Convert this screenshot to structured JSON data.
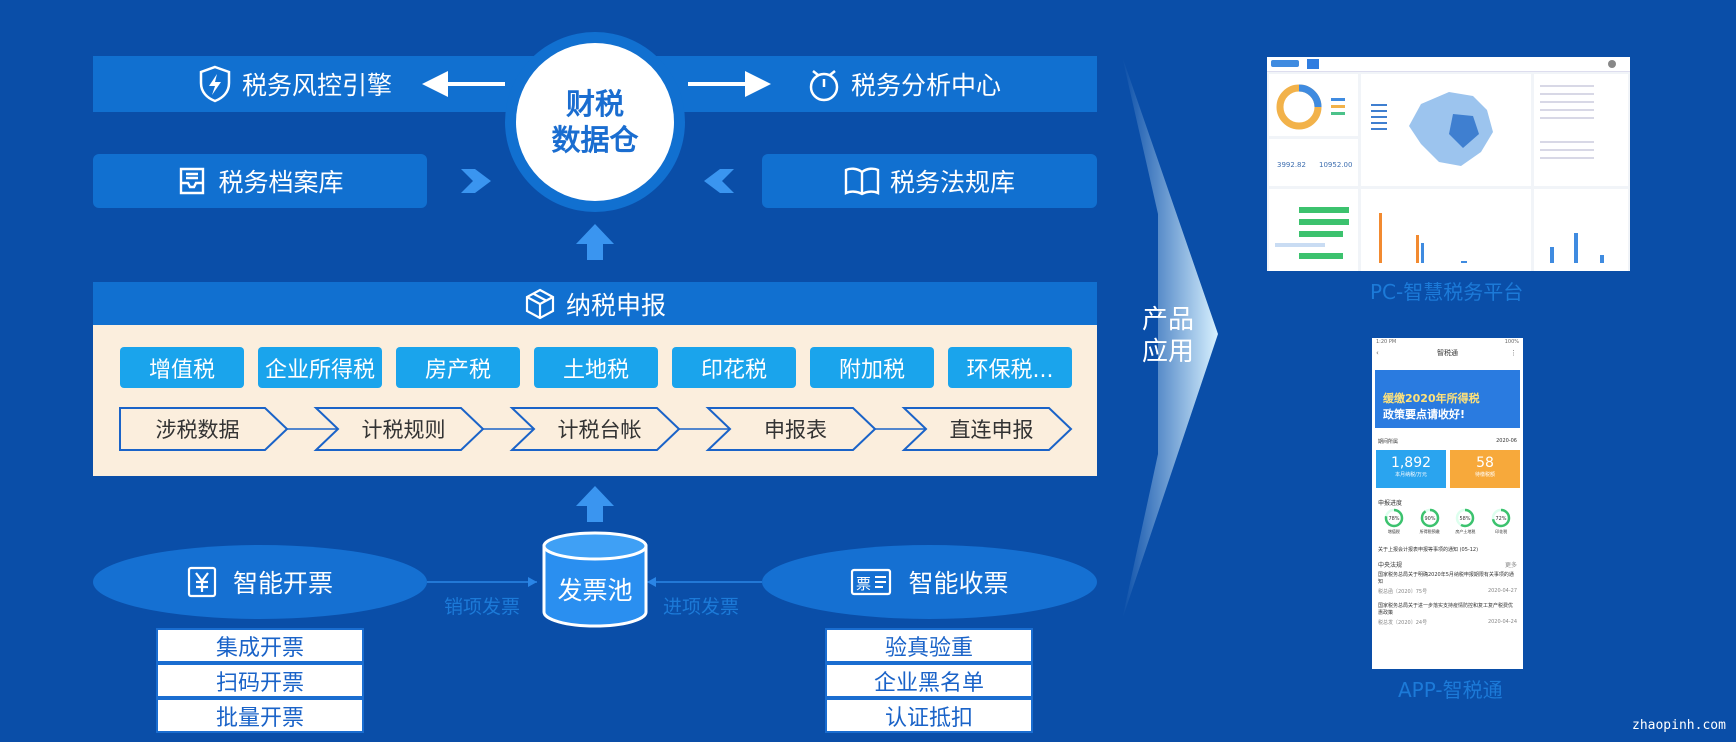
{
  "center": {
    "line1": "财税",
    "line2": "数据仓"
  },
  "top_left": {
    "label": "税务风控引擎",
    "icon": "shield-lightning-icon"
  },
  "top_right": {
    "label": "税务分析中心",
    "icon": "timer-icon"
  },
  "mid_left": {
    "label": "税务档案库",
    "icon": "archive-tray-icon"
  },
  "mid_right": {
    "label": "税务法规库",
    "icon": "open-book-icon"
  },
  "filing": {
    "title": "纳税申报",
    "icon": "cube-icon",
    "taxes": [
      "增值税",
      "企业所得税",
      "房产税",
      "土地税",
      "印花税",
      "附加税",
      "环保税..."
    ],
    "steps": [
      "涉税数据",
      "计税规则",
      "计税台帐",
      "申报表",
      "直连申报"
    ]
  },
  "invoice_pool": {
    "label": "发票池"
  },
  "issue": {
    "label": "智能开票",
    "icon": "yen-icon",
    "flow": "销项发票",
    "items": [
      "集成开票",
      "扫码开票",
      "批量开票"
    ]
  },
  "receive": {
    "label": "智能收票",
    "icon": "ticket-icon",
    "flow": "进项发票",
    "items": [
      "验真验重",
      "企业黑名单",
      "认证抵扣"
    ]
  },
  "product": {
    "line1": "产品",
    "line2": "应用"
  },
  "pc": {
    "caption": "PC-智慧税务平台",
    "num1": "3992.82",
    "num2": "10952.00"
  },
  "app": {
    "caption": "APP-智税通",
    "status_time": "1:20 PM",
    "status_batt": "100%",
    "nav_title": "智税通",
    "banner_line1": "缓缴2020年所得税",
    "banner_line2": "政策要点请收好!",
    "period_label": "期间所属",
    "period_value": "2020-06",
    "card1_value": "1,892",
    "card1_label": "本月纳税/万元",
    "card2_value": "58",
    "card2_label": "待缴税额",
    "progress_title": "申报进度",
    "rings": [
      {
        "pct": "78%",
        "label": "增值税"
      },
      {
        "pct": "90%",
        "label": "所得税预缴"
      },
      {
        "pct": "58%",
        "label": "房产土地税"
      },
      {
        "pct": "72%",
        "label": "印花税"
      }
    ],
    "notice": "关于上报会计报表申报等事项的通知 (05-12)",
    "law_title": "中央法规",
    "law_more": "更多",
    "laws": [
      {
        "title": "国家税务总局关于明确2020年5月纳税申报期限有关事项的通知",
        "code": "税总函〔2020〕75号",
        "date": "2020-04-27"
      },
      {
        "title": "国家税务总局关于进一步落实支持疫情防控和复工复产税费优惠政策",
        "code": "税总发〔2020〕24号",
        "date": "2020-04-24"
      }
    ]
  },
  "watermark": "zhaopinh.com",
  "colors": {
    "background": "#0a4ea8",
    "band": "#1170d0",
    "pill": "#1aa4ec",
    "cream": "#fbeedd",
    "step_border": "#1a63c8"
  }
}
